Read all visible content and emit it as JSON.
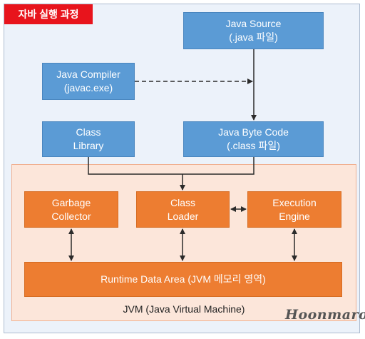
{
  "title": "자바 실행 과정",
  "nodes": {
    "java_source": "Java Source\n(.java 파일)",
    "java_compiler": "Java Compiler\n(javac.exe)",
    "class_library": "Class\nLibrary",
    "byte_code": "Java Byte Code\n(.class 파일)",
    "garbage_collector": "Garbage\nCollector",
    "class_loader": "Class\nLoader",
    "execution_engine": "Execution\nEngine",
    "runtime_data_area": "Runtime Data Area (JVM 메모리 영역)"
  },
  "jvm_label": "JVM (Java Virtual Machine)",
  "signature": "Hoonmaro",
  "colors": {
    "title_tag": "#e8141c",
    "blue_box": "#5b9bd5",
    "orange_box": "#ed7d31",
    "jvm_area": "#fce6da",
    "frame": "#ecf2fa",
    "connector": "#2b2b2b"
  }
}
